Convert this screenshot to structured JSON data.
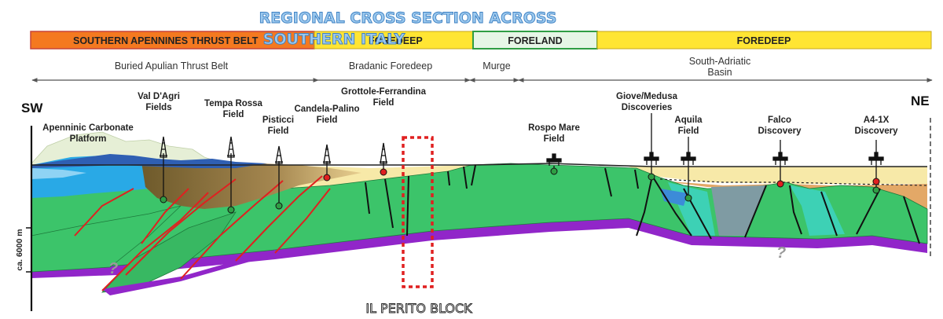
{
  "title_lines": [
    "REGIONAL CROSS SECTION ACROSS",
    "SOUTHERN ITALY"
  ],
  "tectonic_bands": [
    {
      "label": "SOUTHERN APENNINES THRUST BELT",
      "fill": "#f47920"
    },
    {
      "label": "FOREDEEP",
      "fill": "#ffe533"
    },
    {
      "label": "FORELAND",
      "fill": "#e6f6e6"
    },
    {
      "label": "FOREDEEP",
      "fill": "#ffe533"
    }
  ],
  "regions": [
    "Buried Apulian Thrust Belt",
    "Bradanic Foredeep",
    "Murge",
    "South-Adriatic",
    "Basin"
  ],
  "direction": {
    "left": "SW",
    "right": "NE"
  },
  "platform_label": [
    "Apenninic Carbonate",
    "Platform"
  ],
  "fields": [
    {
      "lines": [
        "Val D'Agri",
        "Fields"
      ],
      "dot": "#2f9e44"
    },
    {
      "lines": [
        "Tempa Rossa",
        "Field"
      ],
      "dot": "#2f9e44"
    },
    {
      "lines": [
        "Pisticci",
        "Field"
      ],
      "dot": "#2f9e44"
    },
    {
      "lines": [
        "Candela-Palino",
        "Field"
      ],
      "dot": "#e02020"
    },
    {
      "lines": [
        "Grottole-Ferrandina",
        "Field"
      ],
      "dot": "#e02020"
    },
    {
      "lines": [
        "Rospo Mare",
        "Field"
      ],
      "dot": "#2f9e44"
    },
    {
      "lines": [
        "Giove/Medusa",
        "Discoveries"
      ],
      "dot": "#2f9e44"
    },
    {
      "lines": [
        "Aquila",
        "Field"
      ],
      "dot": "#2f9e44"
    },
    {
      "lines": [
        "Falco",
        "Discovery"
      ],
      "dot": "#e02020"
    },
    {
      "lines": [
        "A4-1X",
        "Discovery"
      ],
      "dot": "#e02020"
    }
  ],
  "scale_label": "ca. 6000 m",
  "unknown_marks": [
    "?",
    "?"
  ],
  "block_label": "IL PERITO BLOCK",
  "colors": {
    "carbonate_green": "#3cc46a",
    "basement_purple": "#9126c9",
    "foredeep_fill": "#f7e9a8",
    "allochthon_brown": "#a0824f",
    "blue_units": "#29a9e6",
    "fault_red": "#e02020",
    "perito_box": "#e02020"
  }
}
